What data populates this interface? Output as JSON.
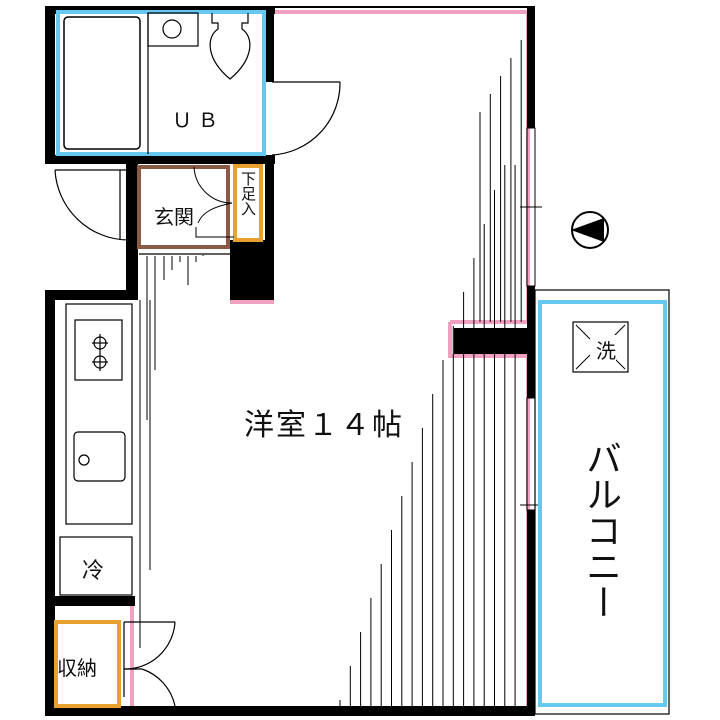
{
  "rooms": {
    "unit_bath": "ＵＢ",
    "entrance": "玄関",
    "shoe_box": "下足入",
    "western_room": "洋室１４帖",
    "fridge": "冷",
    "storage": "収納",
    "washer": "洗",
    "balcony": "バルコニー"
  },
  "colors": {
    "wall": "#000000",
    "room_outline": "#f0a0c0",
    "wet_area": "#66c8ee",
    "entrance": "#8b5a44",
    "storage": "#e8a030"
  }
}
